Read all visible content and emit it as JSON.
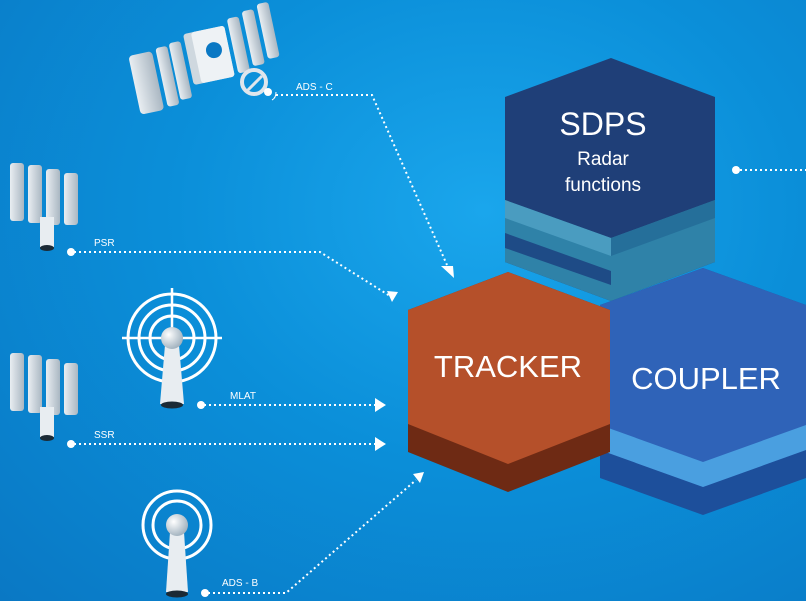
{
  "blocks": {
    "sdps_title": "SDPS",
    "sdps_sub1": "Radar",
    "sdps_sub2": "functions",
    "tracker": "TRACKER",
    "coupler": "COUPLER"
  },
  "sources": {
    "adsc": "ADS - C",
    "psr": "PSR",
    "mlat": "MLAT",
    "ssr": "SSR",
    "adsb": "ADS - B"
  },
  "icons": [
    "satellite-icon",
    "dish-icon",
    "antenna-target-icon",
    "dish-icon",
    "antenna-broadcast-icon"
  ],
  "colors": {
    "background": "#0b8fd9",
    "sdps": "#1f3f78",
    "sdps_band": "#2f82a8",
    "tracker": "#b5502a",
    "tracker_dark": "#6e2a14",
    "coupler": "#2f63b8",
    "coupler_light": "#4a9fe0",
    "link": "#ffffff"
  }
}
